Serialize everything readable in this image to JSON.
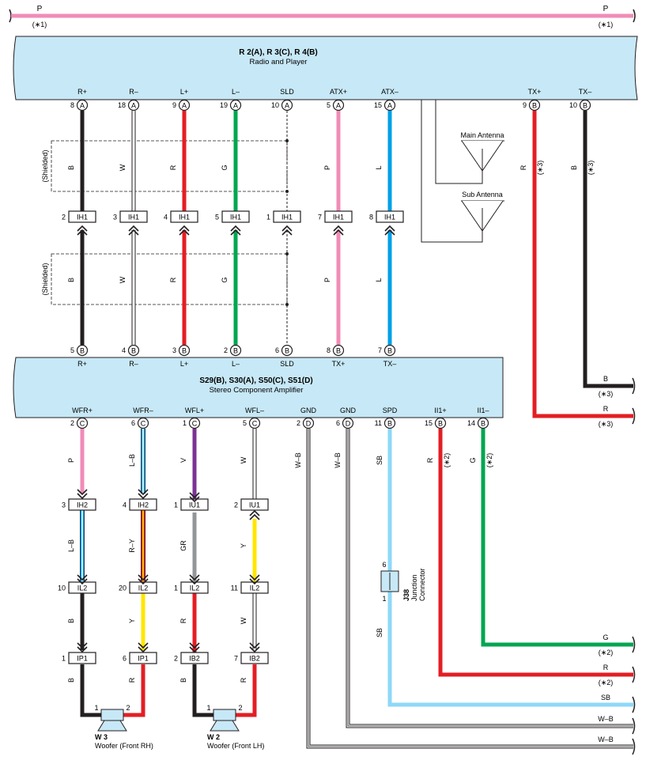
{
  "top_wire": {
    "color_code": "P",
    "note": "(∗1)"
  },
  "radio": {
    "title": "R 2(A), R 3(C), R 4(B)",
    "subtitle": "Radio and Player"
  },
  "radio_pins": [
    {
      "label": "R+",
      "pin": "8",
      "conn": "A"
    },
    {
      "label": "R–",
      "pin": "18",
      "conn": "A"
    },
    {
      "label": "L+",
      "pin": "9",
      "conn": "A"
    },
    {
      "label": "L–",
      "pin": "19",
      "conn": "A"
    },
    {
      "label": "SLD",
      "pin": "10",
      "conn": "A"
    },
    {
      "label": "ATX+",
      "pin": "5",
      "conn": "A"
    },
    {
      "label": "ATX–",
      "pin": "15",
      "conn": "A"
    },
    {
      "label": "TX+",
      "pin": "9",
      "conn": "B"
    },
    {
      "label": "TX–",
      "pin": "10",
      "conn": "B"
    }
  ],
  "antennas": {
    "main": "Main Antenna",
    "sub": "Sub Antenna"
  },
  "shielded_label": "(Shielded)",
  "upper_wires": [
    {
      "code": "B",
      "color": "#231f20"
    },
    {
      "code": "W",
      "color": "#ffffff"
    },
    {
      "code": "R",
      "color": "#e31e24"
    },
    {
      "code": "G",
      "color": "#00a651"
    },
    {
      "code": "",
      "color": "shield"
    },
    {
      "code": "P",
      "color": "#f08cb7"
    },
    {
      "code": "L",
      "color": "#00a0e9"
    }
  ],
  "ih1": [
    {
      "pin": "2",
      "name": "IH1"
    },
    {
      "pin": "3",
      "name": "IH1"
    },
    {
      "pin": "4",
      "name": "IH1"
    },
    {
      "pin": "5",
      "name": "IH1"
    },
    {
      "pin": "1",
      "name": "IH1"
    },
    {
      "pin": "7",
      "name": "IH1"
    },
    {
      "pin": "8",
      "name": "IH1"
    }
  ],
  "tx_wires": [
    {
      "code": "R",
      "note": "(∗3)",
      "color": "#e31e24"
    },
    {
      "code": "B",
      "note": "(∗3)",
      "color": "#231f20"
    }
  ],
  "amp": {
    "title": "S29(B), S30(A), S50(C), S51(D)",
    "subtitle": "Stereo Component Amplifier"
  },
  "amp_top_pins": [
    {
      "label": "R+",
      "pin": "5",
      "conn": "B"
    },
    {
      "label": "R–",
      "pin": "4",
      "conn": "B"
    },
    {
      "label": "L+",
      "pin": "3",
      "conn": "B"
    },
    {
      "label": "L–",
      "pin": "2",
      "conn": "B"
    },
    {
      "label": "SLD",
      "pin": "6",
      "conn": "B"
    },
    {
      "label": "TX+",
      "pin": "8",
      "conn": "B"
    },
    {
      "label": "TX–",
      "pin": "7",
      "conn": "B"
    }
  ],
  "amp_bottom_pins": [
    {
      "label": "WFR+",
      "pin": "2",
      "conn": "C"
    },
    {
      "label": "WFR–",
      "pin": "6",
      "conn": "C"
    },
    {
      "label": "WFL+",
      "pin": "1",
      "conn": "C"
    },
    {
      "label": "WFL–",
      "pin": "5",
      "conn": "C"
    },
    {
      "label": "GND",
      "pin": "2",
      "conn": "D"
    },
    {
      "label": "GND",
      "pin": "6",
      "conn": "D"
    },
    {
      "label": "SPD",
      "pin": "11",
      "conn": "B"
    },
    {
      "label": "II1+",
      "pin": "15",
      "conn": "B"
    },
    {
      "label": "II1–",
      "pin": "14",
      "conn": "B"
    }
  ],
  "lower_wire_codes": {
    "seg1": [
      "P",
      "L–B",
      "V",
      "W"
    ],
    "seg2": [
      "L–B",
      "R–Y",
      "GR",
      "Y"
    ],
    "seg3": [
      "B",
      "Y",
      "R",
      "W"
    ],
    "seg4": [
      "B",
      "R",
      "B",
      "R"
    ],
    "gnd": [
      "W–B",
      "W–B"
    ],
    "spd_upper": "SB",
    "spd_lower": "SB",
    "ii1": [
      {
        "code": "R",
        "note": "(∗2)"
      },
      {
        "code": "G",
        "note": "(∗2)"
      }
    ]
  },
  "connectors_lower": {
    "row1": [
      {
        "pin": "3",
        "name": "IH2"
      },
      {
        "pin": "4",
        "name": "IH2"
      },
      {
        "pin": "1",
        "name": "IU1"
      },
      {
        "pin": "2",
        "name": "IU1"
      }
    ],
    "row2": [
      {
        "pin": "10",
        "name": "IL2"
      },
      {
        "pin": "20",
        "name": "IL2"
      },
      {
        "pin": "1",
        "name": "IL2"
      },
      {
        "pin": "11",
        "name": "IL2"
      }
    ],
    "row3": [
      {
        "pin": "1",
        "name": "IP1"
      },
      {
        "pin": "6",
        "name": "IP1"
      },
      {
        "pin": "2",
        "name": "IB2"
      },
      {
        "pin": "7",
        "name": "IB2"
      }
    ]
  },
  "junction": {
    "name": "J38",
    "desc": "Junction Connector",
    "pin_top": "6",
    "pin_bottom": "1"
  },
  "speakers": [
    {
      "id": "W 3",
      "name": "Woofer (Front RH)",
      "pin1": "1",
      "pin2": "2"
    },
    {
      "id": "W 2",
      "name": "Woofer (Front LH)",
      "pin1": "1",
      "pin2": "2"
    }
  ],
  "right_outputs": [
    {
      "code": "B",
      "note": "(∗3)"
    },
    {
      "code": "R",
      "note": "(∗3)"
    },
    {
      "code": "G",
      "note": "(∗2)"
    },
    {
      "code": "R",
      "note": "(∗2)"
    },
    {
      "code": "SB",
      "note": ""
    },
    {
      "code": "W–B",
      "note": ""
    },
    {
      "code": "W–B",
      "note": ""
    }
  ],
  "colors": {
    "box_fill": "#c7e8f6",
    "black": "#231f20",
    "red": "#e31e24",
    "green": "#00a651",
    "pink": "#f08cb7",
    "blue": "#00a0e9",
    "sky": "#8ed8f8",
    "purple": "#7b3294",
    "gray": "#939598",
    "yellow": "#ffe600"
  }
}
